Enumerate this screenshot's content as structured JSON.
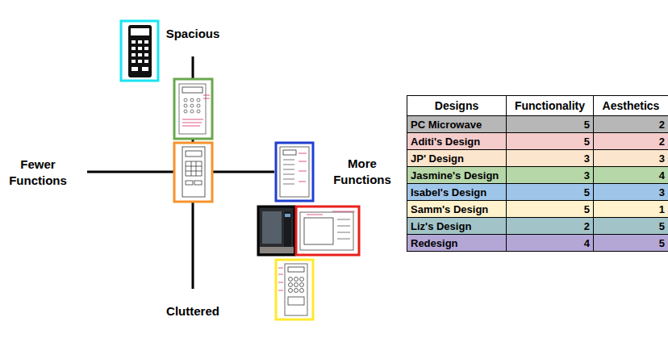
{
  "diagram": {
    "labels": [
      "Spacious",
      "Fewer Functions",
      "More Functions",
      "Cluttered",
      "Designs",
      "Functionality",
      "Aesthetics",
      "PC Microwave",
      "5",
      "2",
      "Aditi's Design",
      "5",
      "2",
      "JP' Design",
      "3",
      "3",
      "Jasmine's Design",
      "3",
      "4",
      "Isabel's Design",
      "5",
      "3",
      "Samm's Design",
      "5",
      "1",
      "Liz's Design",
      "2",
      "5",
      "Redesign",
      "4",
      "5"
    ]
  }
}
